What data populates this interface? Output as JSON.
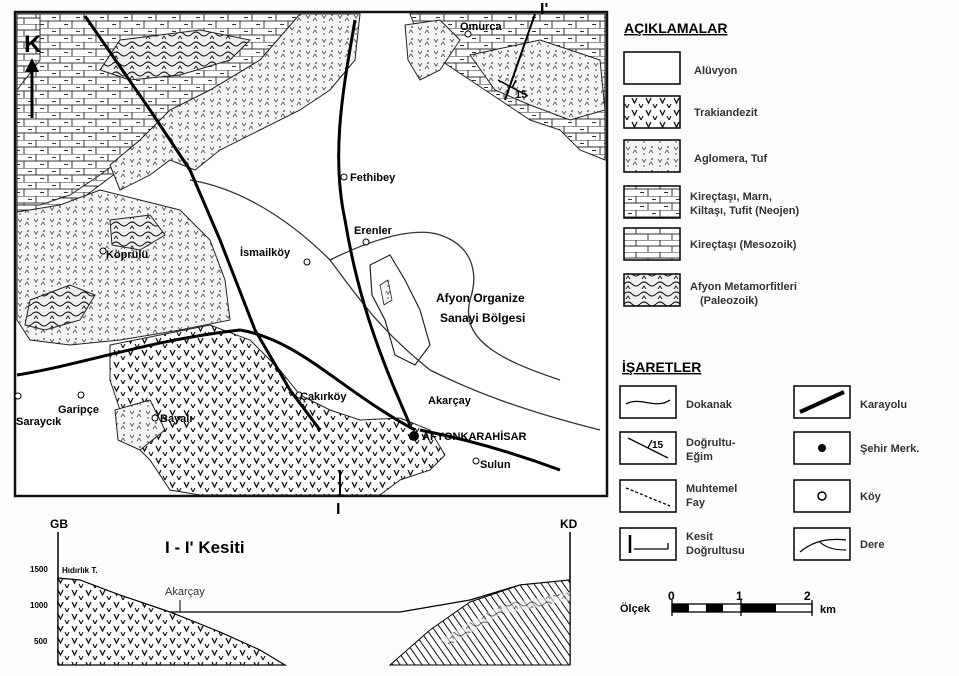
{
  "map": {
    "north_label": "K",
    "places": {
      "omurca": "Ömurca",
      "fethibey": "Fethibey",
      "erenler": "Erenler",
      "ismailkoy": "İsmailköy",
      "koprulu": "Köprülü",
      "osb_line1": "Afyon Organize",
      "osb_line2": "Sanayi Bölgesi",
      "sarayozu": "Saraycık",
      "garipce": "Garipçe",
      "bayali": "Bayalı",
      "cakirkoy": "Çakırköy",
      "akarcay": "Akarçay",
      "afyon": "AFYONKARAHİSAR",
      "sulun": "Sulun"
    },
    "dip_value": "15",
    "section_start": "I",
    "section_end": "I'"
  },
  "section": {
    "title": "I - I' Kesiti",
    "left_dir": "GB",
    "right_dir": "KD",
    "elev_1500": "1500",
    "elev_1000": "1000",
    "elev_500": "500",
    "peak_label": "Hıdırlık T.",
    "river_label": "Akarçay"
  },
  "legend": {
    "title": "AÇIKLAMALAR",
    "units": [
      {
        "label": "Alüvyon"
      },
      {
        "label": "Trakiandezit"
      },
      {
        "label": "Aglomera, Tuf"
      },
      {
        "label": "Kireçtaşı, Marn,",
        "label2": "Kiltaşı, Tufit (Neojen)"
      },
      {
        "label": "Kireçtaşı (Mesozoik)"
      },
      {
        "label": "Afyon Metamorfitleri",
        "label2": "(Paleozoik)"
      }
    ],
    "symbols_title": "İŞARETLER",
    "symbols": {
      "contact": "Dokanak",
      "strike": "Doğrultu-",
      "strike2": "Eğim",
      "strike_value": "15",
      "fault": "Muhtemel",
      "fault2": "Fay",
      "section_line": "Kesit",
      "section_line2": "Doğrultusu",
      "highway": "Karayolu",
      "city": "Şehir Merk.",
      "village": "Köy",
      "stream": "Dere"
    },
    "scale": {
      "label": "Ölçek",
      "ticks": [
        "0",
        "1",
        "2"
      ],
      "unit": "km"
    }
  }
}
